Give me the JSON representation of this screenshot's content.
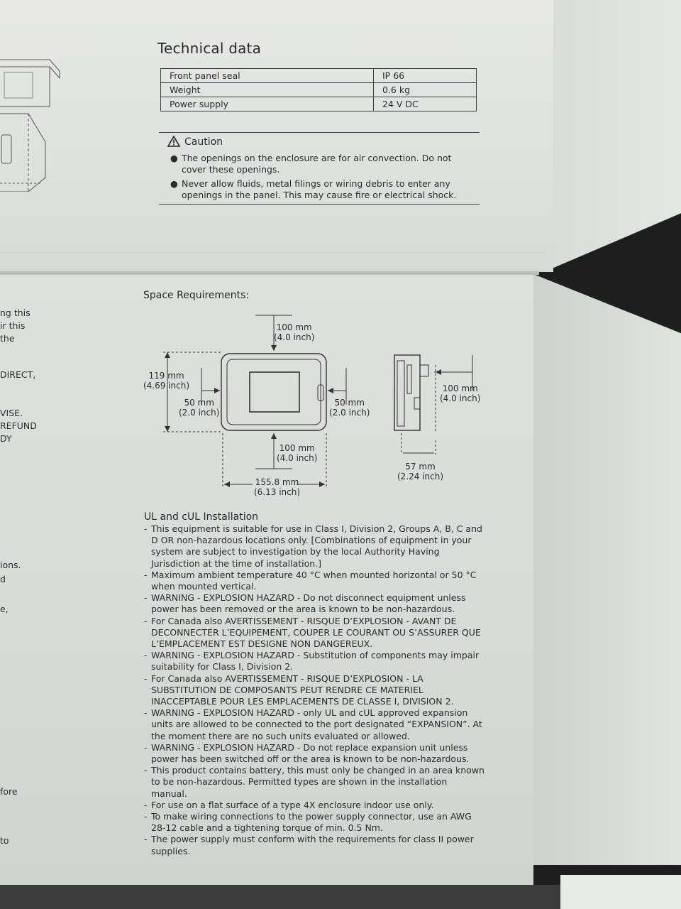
{
  "technical_data": {
    "title": "Technical data",
    "rows": [
      {
        "label": "Front panel seal",
        "value": "IP 66"
      },
      {
        "label": "Weight",
        "value": "0.6 kg"
      },
      {
        "label": "Power supply",
        "value": "24 V DC"
      }
    ]
  },
  "caution": {
    "title": "Caution",
    "items": [
      "The openings on the enclosure are for air convection. Do not cover these openings.",
      "Never allow fluids, metal filings or wiring debris to enter any openings in the panel. This may cause fire or electrical shock."
    ]
  },
  "space_requirements": {
    "title": "Space Requirements:",
    "top": "100 mm\n(4.0 inch)",
    "height": "119 mm\n(4.69 inch)",
    "left": "50 mm\n(2.0 inch)",
    "right": "50 mm\n(2.0 inch)",
    "bottom": "100 mm\n(4.0 inch)",
    "width": "155.8 mm\n(6.13 inch)",
    "side_rear": "100 mm\n(4.0 inch)",
    "depth": "57 mm\n(2.24 inch)"
  },
  "ul": {
    "title": "UL and cUL Installation",
    "items": [
      "This equipment is suitable for use in Class I, Division 2, Groups A, B, C and D OR non-hazardous locations only. [Combinations of equipment in your system are subject to investigation by the local Authority Having Jurisdiction at the time of installation.]",
      "Maximum ambient temperature 40 °C when mounted horizontal or 50 °C when mounted vertical.",
      "WARNING - EXPLOSION HAZARD - Do not disconnect equipment unless power has been removed or the area is known to be non-hazardous.",
      "For Canada also AVERTISSEMENT - RISQUE D’EXPLOSION - AVANT DE DECONNECTER L’EQUIPEMENT, COUPER LE COURANT OU S’ASSURER QUE L’EMPLACEMENT EST DESIGNE NON DANGEREUX.",
      "WARNING - EXPLOSION HAZARD - Substitution of components may impair suitability for Class I, Division 2.",
      "For Canada also AVERTISSEMENT - RISQUE D’EXPLOSION - LA SUBSTITUTION DE COMPOSANTS PEUT RENDRE CE MATERIEL INACCEPTABLE POUR LES EMPLACEMENTS DE CLASSE I, DIVISION 2.",
      "WARNING - EXPLOSION HAZARD - only UL and cUL approved expansion units are allowed to be connected to the port designated “EXPANSION”. At the moment there are no such units evaluated or allowed.",
      "WARNING - EXPLOSION HAZARD - Do not replace expansion unit unless power has been switched off or the area is known to be non-hazardous.",
      "This product contains battery, this must only be changed in an area known to be non-hazardous. Permitted types are shown in the installation manual.",
      "For use on a flat surface of a type 4X enclosure indoor use only.",
      "To make wiring connections to the power supply connector, use an AWG 28-12 cable and a tightening torque of min. 0.5 Nm.",
      "The power supply must conform with the requirements for class II power supplies."
    ]
  },
  "left_fragments": {
    "f1": "ng this\nir this\nthe",
    "f2": "DIRECT,",
    "f3": "VISE.\nREFUND\nDY",
    "f4": "ions.\nd",
    "f5": "e,",
    "f6": "fore",
    "f7": "to"
  }
}
